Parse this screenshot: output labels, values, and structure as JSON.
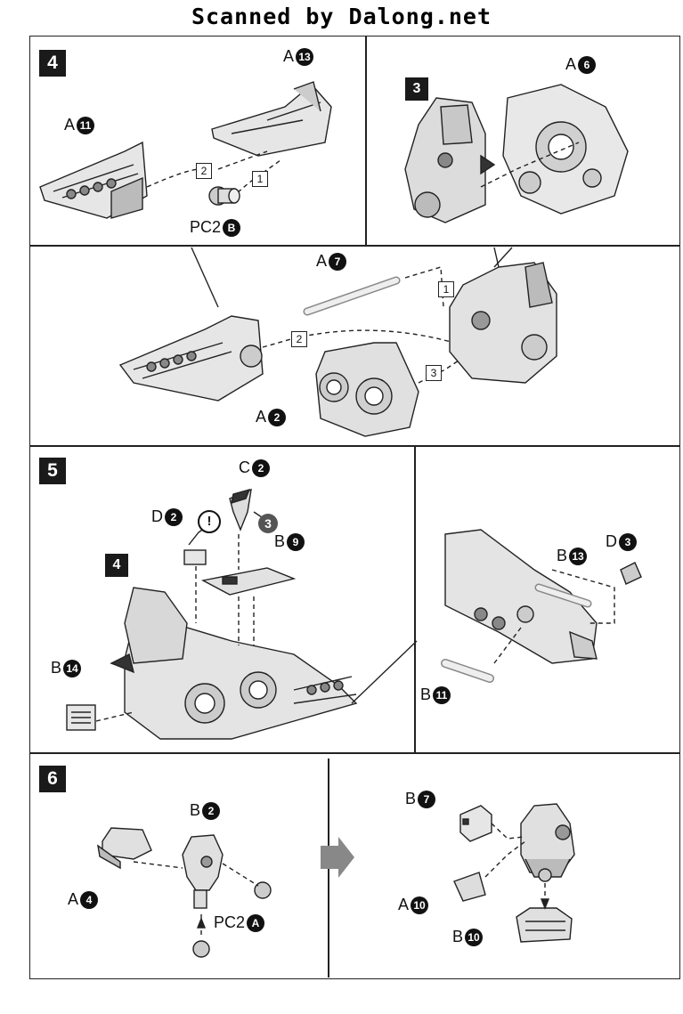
{
  "watermark": "Scanned by Dalong.net",
  "steps": {
    "s4": "4",
    "s5": "5",
    "s6": "6",
    "sub3": "3",
    "sub4": "4"
  },
  "labels": {
    "a11": {
      "letter": "A",
      "num": "11"
    },
    "a13": {
      "letter": "A",
      "num": "13"
    },
    "pc2b": {
      "letter": "PC2",
      "num": "B"
    },
    "a6": {
      "letter": "A",
      "num": "6"
    },
    "a7": {
      "letter": "A",
      "num": "7"
    },
    "a2": {
      "letter": "A",
      "num": "2"
    },
    "c2": {
      "letter": "C",
      "num": "2"
    },
    "d2": {
      "letter": "D",
      "num": "2"
    },
    "b9": {
      "letter": "B",
      "num": "9"
    },
    "b14": {
      "letter": "B",
      "num": "14"
    },
    "d3": {
      "letter": "D",
      "num": "3"
    },
    "b13": {
      "letter": "B",
      "num": "13"
    },
    "b11": {
      "letter": "B",
      "num": "11"
    },
    "b2": {
      "letter": "B",
      "num": "2"
    },
    "a4": {
      "letter": "A",
      "num": "4"
    },
    "pc2a": {
      "letter": "PC2",
      "num": "A"
    },
    "b7": {
      "letter": "B",
      "num": "7"
    },
    "a10": {
      "letter": "A",
      "num": "10"
    },
    "b10": {
      "letter": "B",
      "num": "10"
    }
  },
  "sequence": {
    "one": "1",
    "two": "2",
    "one_b": "1",
    "two_b": "2",
    "three_b": "3"
  },
  "notes": {
    "warn": "!",
    "three": "3"
  }
}
